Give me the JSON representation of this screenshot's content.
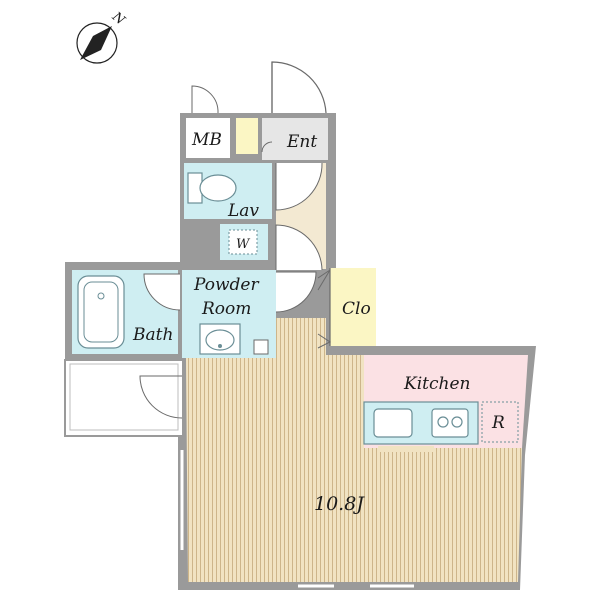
{
  "compass": {
    "north_label": "N"
  },
  "rooms": {
    "mb": "MB",
    "ent": "Ent",
    "lav": "Lav",
    "washer": "W",
    "powder_line1": "Powder",
    "powder_line2": "Room",
    "bath": "Bath",
    "closet": "Clo",
    "kitchen": "Kitchen",
    "fridge": "R",
    "main_room": "10.8J"
  },
  "colors": {
    "wall": "#9a9a9a",
    "wet_area": "#cfeef2",
    "kitchen": "#fbe1e4",
    "closet": "#fbf6c4",
    "entrance": "#e6e6e6",
    "hall_floor": "#f3e9d2",
    "flooring_base": "#f1e3c2",
    "flooring_line": "#cdb58a",
    "fixture_stroke": "#6a8e96"
  }
}
